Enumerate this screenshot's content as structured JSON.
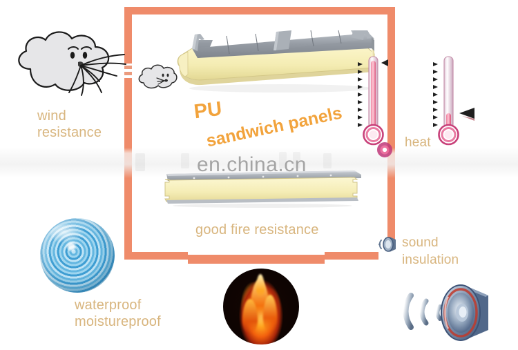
{
  "image": {
    "title": "PU sandwich panels feature infographic",
    "background_color": "#ffffff",
    "frame_color": "#ef8b6a",
    "label_color": "#d8b57e",
    "headline_color": "#f2a33c"
  },
  "headline": {
    "line1": "PU",
    "line2": "sandwich panels"
  },
  "features": {
    "wind": "wind\nresistance",
    "heat": "heat",
    "fire": "good fire resistance",
    "water": "waterproof\nmoistureproof",
    "sound": "sound\ninsulation"
  },
  "watermark": {
    "text": "en.china.cn",
    "color": "#9a9a9a",
    "logo": "made-in-china-logo"
  },
  "icons": {
    "wind_cloud": "cloud-blowing-wind-icon",
    "mini_cloud": "small-cloud-icon",
    "panel_top": "pu-sandwich-roof-panel-illustration",
    "panel_bottom": "pu-sandwich-wall-panel-illustration",
    "thermometer_inside": "thermometer-high-icon",
    "thermometer_outside": "thermometer-low-icon",
    "water_ball": "water-ripple-circle-image",
    "fire_ball": "fire-flame-circle-image",
    "speaker_big": "loudspeaker-sound-waves-icon",
    "speaker_small": "small-loudspeaker-icon"
  },
  "colors": {
    "panel_core": "#f6eeb4",
    "panel_metal": "#9aa0a8",
    "water_blue": "#2d8fc4",
    "fire_orange": "#f2600d",
    "thermo_red": "#e8587f"
  }
}
